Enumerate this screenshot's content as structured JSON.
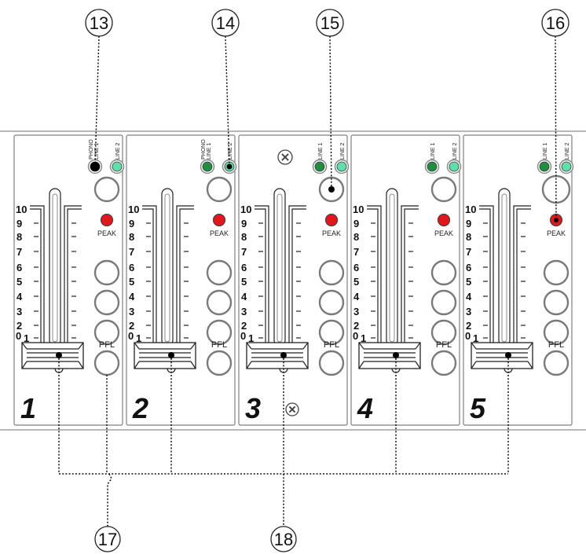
{
  "callouts": {
    "top": [
      "13",
      "14",
      "15",
      "16"
    ],
    "bottom": [
      "17",
      "18"
    ]
  },
  "scale": [
    "10",
    "9",
    "8",
    "7",
    "6",
    "5",
    "4",
    "3",
    "2",
    "1",
    "0"
  ],
  "peak_label": "PEAK",
  "pfl_label": "PFL",
  "channels": [
    {
      "number": "1",
      "led_labels": {
        "a": [
          "PHONO",
          "LINE 1"
        ],
        "b": [
          "LINE 2"
        ]
      }
    },
    {
      "number": "2",
      "led_labels": {
        "a": [
          "PHONO",
          "LINE 1"
        ],
        "b": [
          "LINE 2"
        ]
      }
    },
    {
      "number": "3",
      "led_labels": {
        "a": [
          "LINE 1"
        ],
        "b": [
          "LINE 2"
        ]
      },
      "screw_icon": "screw-icon"
    },
    {
      "number": "4",
      "led_labels": {
        "a": [
          "LINE 1"
        ],
        "b": [
          "LINE 2"
        ]
      }
    },
    {
      "number": "5",
      "led_labels": {
        "a": [
          "LINE 1"
        ],
        "b": [
          "LINE 2"
        ]
      }
    }
  ],
  "colors": {
    "led_a": "#1f8f3f",
    "led_b": "#5fe0a8",
    "peak": "#e3161b",
    "panel_border": "#808080",
    "ink": "#222222"
  }
}
